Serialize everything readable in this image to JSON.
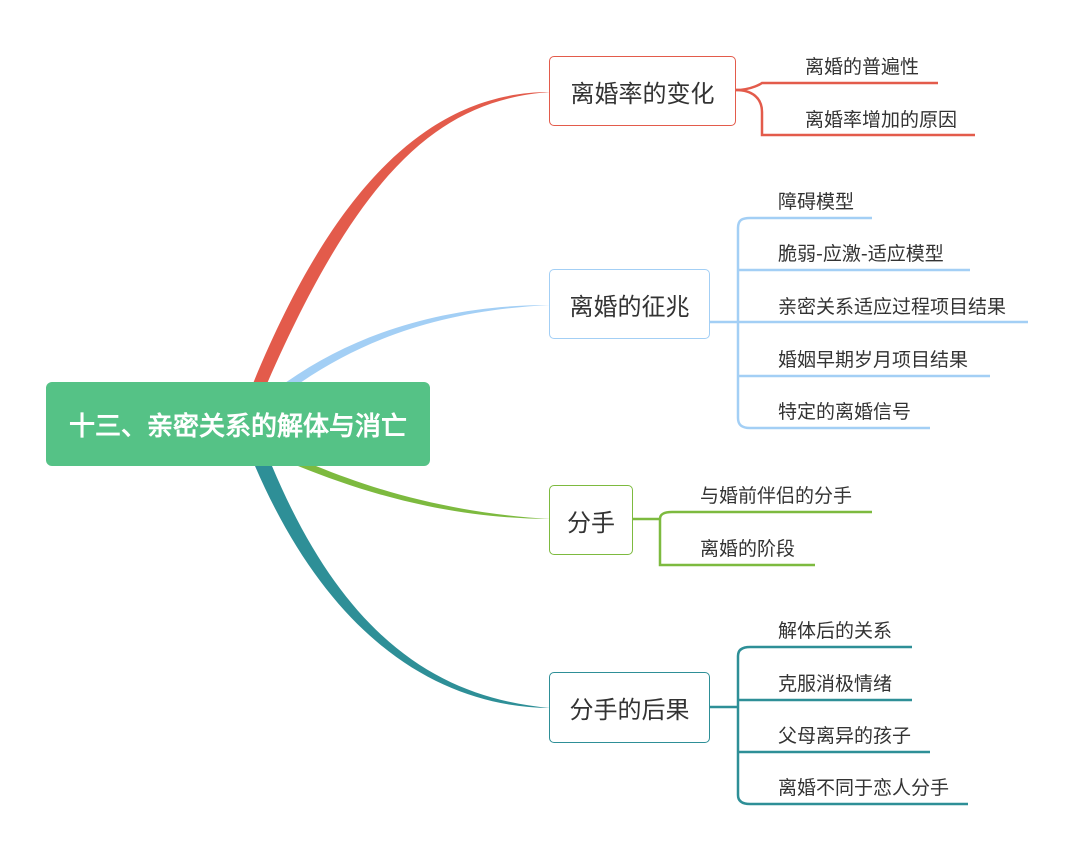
{
  "root": {
    "title": "十三、亲密关系的解体与消亡",
    "color": "#55c286"
  },
  "branches": [
    {
      "label": "离婚率的变化",
      "color": "#e35b4b",
      "leaves": [
        "离婚的普遍性",
        "离婚率增加的原因"
      ]
    },
    {
      "label": "离婚的征兆",
      "color": "#a3cff5",
      "leaves": [
        "障碍模型",
        "脆弱-应激-适应模型",
        "亲密关系适应过程项目结果",
        "婚姻早期岁月项目结果",
        "特定的离婚信号"
      ]
    },
    {
      "label": "分手",
      "color": "#7dba3f",
      "leaves": [
        "与婚前伴侣的分手",
        "离婚的阶段"
      ]
    },
    {
      "label": "分手的后果",
      "color": "#2e8f97",
      "leaves": [
        "解体后的关系",
        "克服消极情绪",
        "父母离异的孩子",
        "离婚不同于恋人分手"
      ]
    }
  ]
}
